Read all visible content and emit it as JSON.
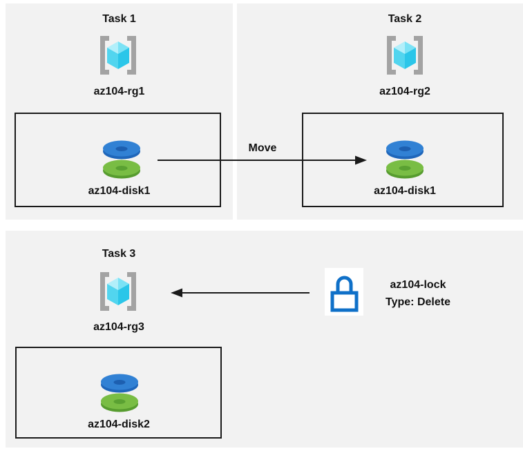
{
  "panels": [
    {
      "id": "task1",
      "title": "Task 1",
      "resource_group": "az104-rg1",
      "disk": "az104-disk1"
    },
    {
      "id": "task2",
      "title": "Task 2",
      "resource_group": "az104-rg2",
      "disk": "az104-disk1"
    },
    {
      "id": "task3",
      "title": "Task 3",
      "resource_group": "az104-rg3",
      "disk": "az104-disk2"
    }
  ],
  "arrows": {
    "move_label": "Move"
  },
  "lock_callout": {
    "name": "az104-lock",
    "type_line": "Type: Delete"
  },
  "icons": {
    "resource_group": "azure-resource-group-icon",
    "disk": "azure-managed-disk-icon",
    "lock": "azure-lock-icon"
  },
  "colors": {
    "page_bg": "#ffffff",
    "panel_bg": "#f2f2f2",
    "box_border": "#1a1a1a",
    "arrow": "#1a1a1a",
    "text": "#111111",
    "bracket_gray": "#a3a3a3",
    "cube_top_left": "#b2effa",
    "cube_top_right": "#7be2f5",
    "cube_bottom_left": "#52d5ef",
    "cube_bottom_right": "#2bc6e9",
    "disk_blue_top": "#3181d4",
    "disk_blue_side": "#1f66ba",
    "disk_blue_hole": "#1d5fb0",
    "disk_green_top": "#79bd44",
    "disk_green_side": "#579c2f",
    "disk_green_hole": "#5aa132",
    "lock_blue": "#0f70c8",
    "lock_bg": "#ffffff"
  }
}
